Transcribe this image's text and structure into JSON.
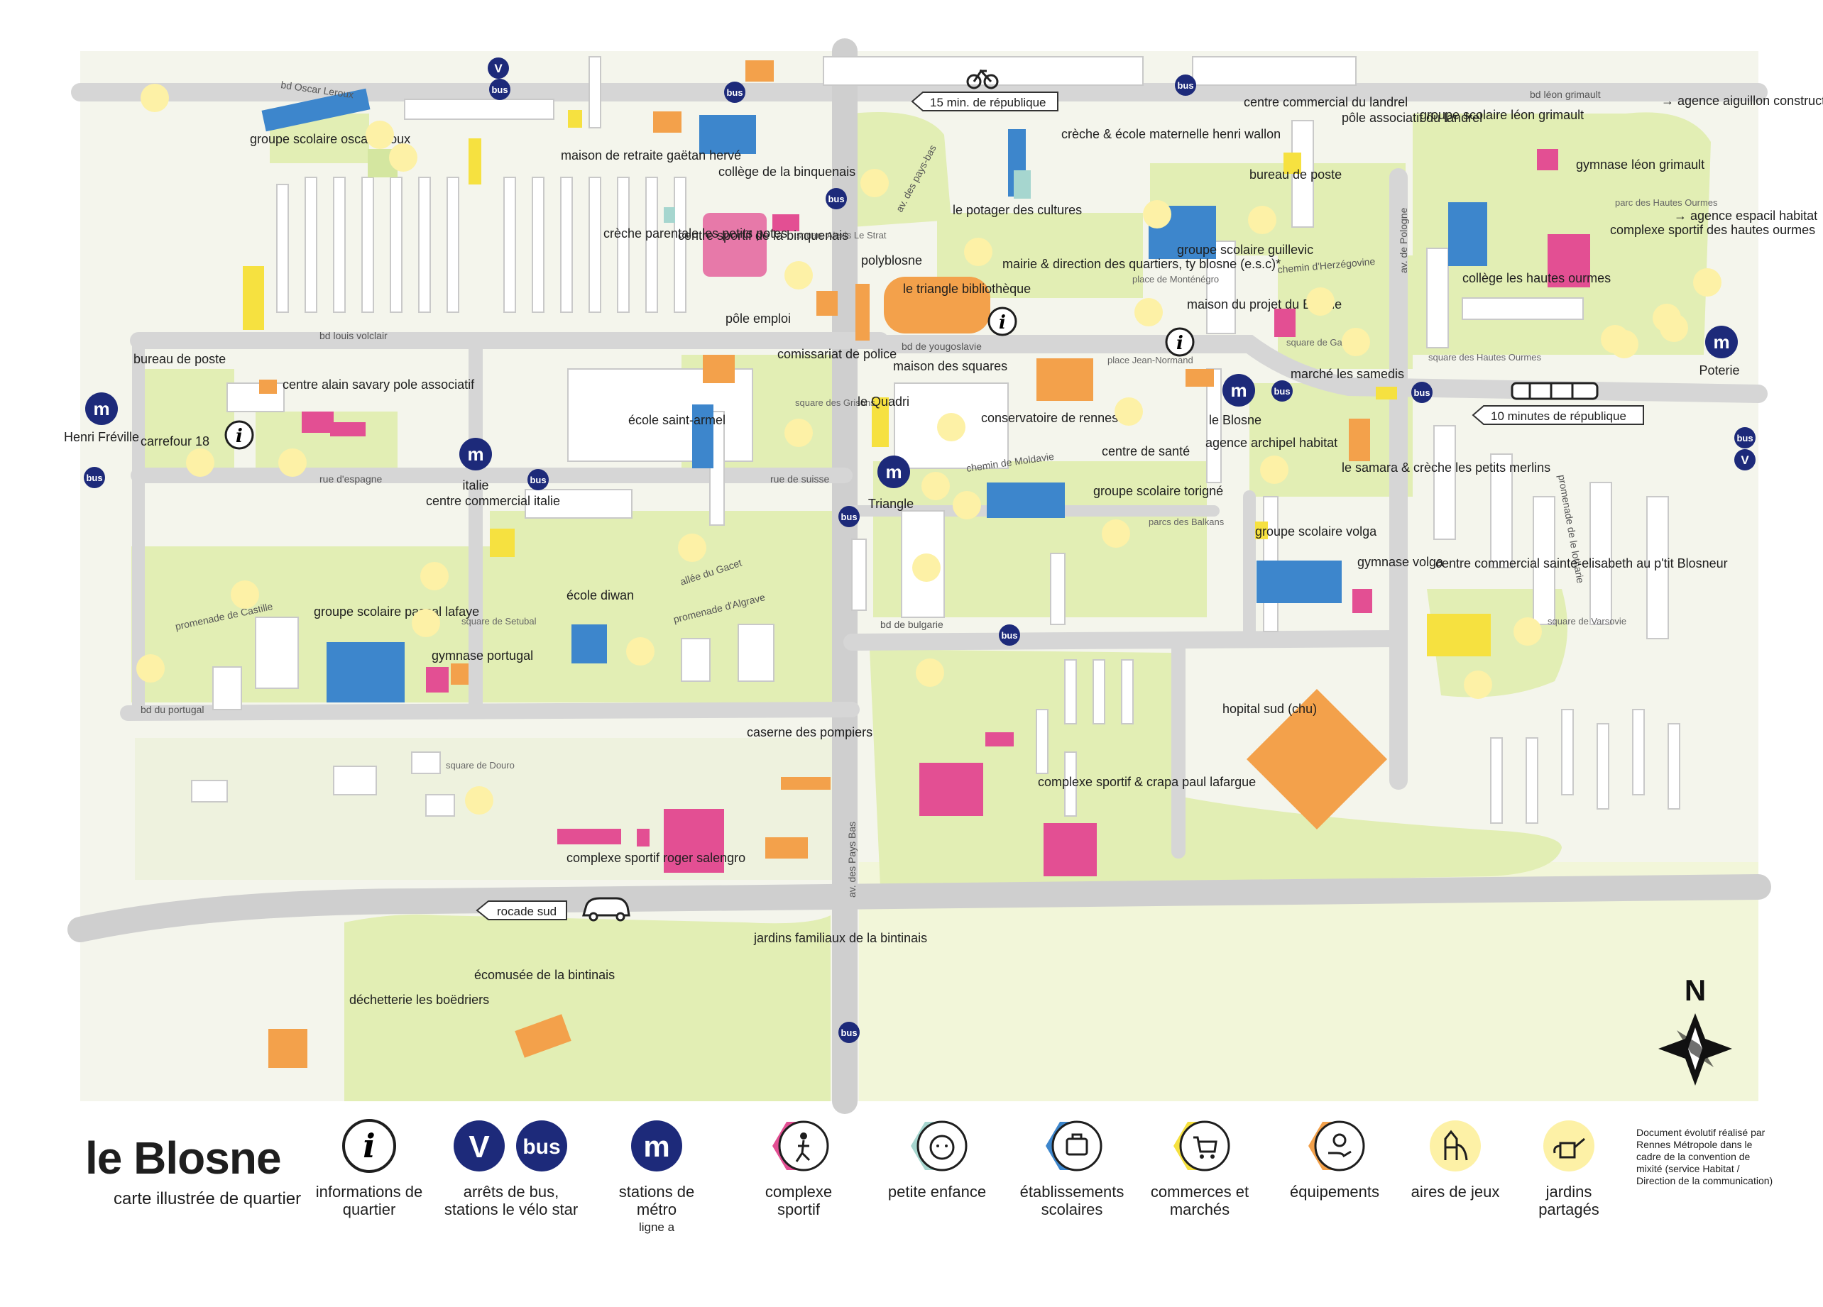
{
  "map": {
    "streets": [
      {
        "id": "oscar",
        "text": "bd Oscar Leroux"
      },
      {
        "id": "leon",
        "text": "bd léon grimault"
      },
      {
        "id": "pays1",
        "text": "av. des pays-bas"
      },
      {
        "id": "pays2",
        "text": "av. des Pays Bas"
      },
      {
        "id": "pologne",
        "text": "av. de Pologne"
      },
      {
        "id": "volclair",
        "text": "bd louis volclair"
      },
      {
        "id": "yougo",
        "text": "bd de yougoslavie"
      },
      {
        "id": "espagne",
        "text": "rue d'espagne"
      },
      {
        "id": "suisse",
        "text": "rue de suisse"
      },
      {
        "id": "moldavie",
        "text": "chemin de Moldavie"
      },
      {
        "id": "herz",
        "text": "chemin d'Herzégovine"
      },
      {
        "id": "castille",
        "text": "promenade de Castille"
      },
      {
        "id": "gacet",
        "text": "allée du Gacet"
      },
      {
        "id": "algrave",
        "text": "promenade d'Algrave"
      },
      {
        "id": "portugal",
        "text": "bd du portugal"
      },
      {
        "id": "bulgarie",
        "text": "bd de bulgarie"
      },
      {
        "id": "lotharie",
        "text": "promenade de le lotharie"
      }
    ],
    "small_places": [
      {
        "id": "alexis",
        "text": "square Alexis Le Strat"
      },
      {
        "id": "grisons",
        "text": "square des Grisons"
      },
      {
        "id": "montenegro",
        "text": "place de Monténégro"
      },
      {
        "id": "galicie",
        "text": "square de Galicie"
      },
      {
        "id": "jeannormand",
        "text": "place Jean-Normand"
      },
      {
        "id": "balkans",
        "text": "parcs des Balkans"
      },
      {
        "id": "setubal",
        "text": "square de Setubal"
      },
      {
        "id": "douro",
        "text": "square de Douro"
      },
      {
        "id": "hautesourmes_parc",
        "text": "parc des Hautes Ourmes"
      },
      {
        "id": "hautesourmes_sq",
        "text": "square des Hautes Ourmes"
      },
      {
        "id": "varsovie",
        "text": "square de Varsovie"
      }
    ],
    "places": [
      {
        "id": "oscar_school",
        "text": "groupe scolaire oscar leroux"
      },
      {
        "id": "retraite",
        "text": "maison de retraite gaëtan hervé"
      },
      {
        "id": "binq_college",
        "text": "collège de la binquenais"
      },
      {
        "id": "creche_parentale",
        "text": "crèche parentale les petits potes"
      },
      {
        "id": "sport_binq",
        "text": "centre sportif de la binquenais"
      },
      {
        "id": "pole_emploi",
        "text": "pôle emploi"
      },
      {
        "id": "wallon",
        "text": "crèche & école maternelle henri wallon"
      },
      {
        "id": "potager",
        "text": "le potager des cultures"
      },
      {
        "id": "polyblosne",
        "text": "polyblosne"
      },
      {
        "id": "triangle_bib",
        "text": "le triangle bibliothèque"
      },
      {
        "id": "mairie",
        "text": "mairie & direction des quartiers, ty blosne (e.s.c)*"
      },
      {
        "id": "landrel_cc",
        "text": "centre commercial du landrel"
      },
      {
        "id": "landrel_pole",
        "text": "pôle associatif du landrel"
      },
      {
        "id": "poste_landrel",
        "text": "bureau de poste"
      },
      {
        "id": "guillevic",
        "text": "groupe scolaire guillevic"
      },
      {
        "id": "grimault_school",
        "text": "groupe scolaire léon grimault"
      },
      {
        "id": "grimault_gym",
        "text": "gymnase léon grimault"
      },
      {
        "id": "aiguillon",
        "text": "→ agence aiguillon construction"
      },
      {
        "id": "espacil",
        "text": "→ agence espacil habitat"
      },
      {
        "id": "hautes_sport",
        "text": "complexe sportif des hautes ourmes"
      },
      {
        "id": "hautes_college",
        "text": "collège les hautes ourmes"
      },
      {
        "id": "maison_projet",
        "text": "maison du projet du Blosne"
      },
      {
        "id": "marche",
        "text": "marché  les samedis"
      },
      {
        "id": "poste_freville",
        "text": "bureau de poste"
      },
      {
        "id": "savary",
        "text": "centre alain savary pole associatif"
      },
      {
        "id": "carrefour",
        "text": "carrefour 18"
      },
      {
        "id": "commissariat",
        "text": "comissariat de police"
      },
      {
        "id": "saint_armel",
        "text": "école saint-armel"
      },
      {
        "id": "maison_squares",
        "text": "maison des squares"
      },
      {
        "id": "quadri",
        "text": "le Quadri"
      },
      {
        "id": "conservatoire",
        "text": "conservatoire de rennes"
      },
      {
        "id": "centre_sante",
        "text": "centre de santé"
      },
      {
        "id": "archipel",
        "text": "agence archipel habitat"
      },
      {
        "id": "samara",
        "text": "le samara & crèche les petits merlins"
      },
      {
        "id": "cc_italie",
        "text": "centre commercial italie"
      },
      {
        "id": "torigne",
        "text": "groupe scolaire torigné"
      },
      {
        "id": "volga_school",
        "text": "groupe scolaire volga"
      },
      {
        "id": "volga_gym",
        "text": "gymnase volga"
      },
      {
        "id": "st_elisabeth",
        "text": "centre commercial sainte-elisabeth au p'tit Blosneur"
      },
      {
        "id": "diwan",
        "text": "école diwan"
      },
      {
        "id": "lafaye",
        "text": "groupe scolaire pascal lafaye"
      },
      {
        "id": "gym_portugal",
        "text": "gymnase portugal"
      },
      {
        "id": "pompiers",
        "text": "caserne des pompiers"
      },
      {
        "id": "salengro",
        "text": "complexe sportif roger salengro"
      },
      {
        "id": "lafargue",
        "text": "complexe sportif & crapa paul lafargue"
      },
      {
        "id": "hopital",
        "text": "hopital sud (chu)"
      },
      {
        "id": "ecomusee",
        "text": "écomusée de la bintinais"
      },
      {
        "id": "jardins_bint",
        "text": "jardins familiaux de  la  bintinais"
      },
      {
        "id": "decheterie",
        "text": "déchetterie les boëdriers"
      }
    ],
    "metro": [
      {
        "id": "freville",
        "text": "Henri Fréville"
      },
      {
        "id": "italie",
        "text": "italie"
      },
      {
        "id": "triangle",
        "text": "Triangle"
      },
      {
        "id": "blosne",
        "text": "le Blosne"
      },
      {
        "id": "poterie",
        "text": "Poterie"
      }
    ],
    "route_tags": [
      {
        "id": "tag_15",
        "text": "15 min. de république"
      },
      {
        "id": "tag_10",
        "text": "10 minutes de république"
      },
      {
        "id": "tag_rocade",
        "text": "rocade sud"
      }
    ],
    "north": "N",
    "glyphs": {
      "bus": "bus",
      "velo": "V",
      "info": "i",
      "metro": "m"
    },
    "colors": {
      "park": "#e2eeb4",
      "park_dark": "#d4e6a0",
      "road": "#dedede",
      "road_main": "#cfcfcf",
      "building": "#ffffff",
      "bldg_edge": "#c9c9c9",
      "school": "#3d86cc",
      "sport": "#e34f93",
      "shop": "#f6e140",
      "equip": "#f3a14b",
      "childcare": "#a6d6cf",
      "navy": "#1d2a7a",
      "playground": "#fdf1a6"
    }
  },
  "legend": {
    "title": "le Blosne",
    "subtitle": "carte illustrée de quartier",
    "items": [
      {
        "id": "info",
        "label": "informations de quartier"
      },
      {
        "id": "bus",
        "label": "arrêts de bus, stations le vélo star"
      },
      {
        "id": "metro",
        "label": "stations de métro",
        "sub": "ligne a"
      },
      {
        "id": "sport",
        "label": "complexe sportif"
      },
      {
        "id": "enfance",
        "label": "petite enfance"
      },
      {
        "id": "scolaire",
        "label": "établissements scolaires"
      },
      {
        "id": "commerce",
        "label": "commerces et marchés"
      },
      {
        "id": "equip",
        "label": "équipements"
      },
      {
        "id": "jeux",
        "label": "aires de jeux"
      },
      {
        "id": "jardins",
        "label": "jardins partagés"
      }
    ],
    "note": "Document évolutif réalisé par Rennes Métropole dans le cadre de la convention de mixité (service Habitat / Direction de la communication)"
  }
}
